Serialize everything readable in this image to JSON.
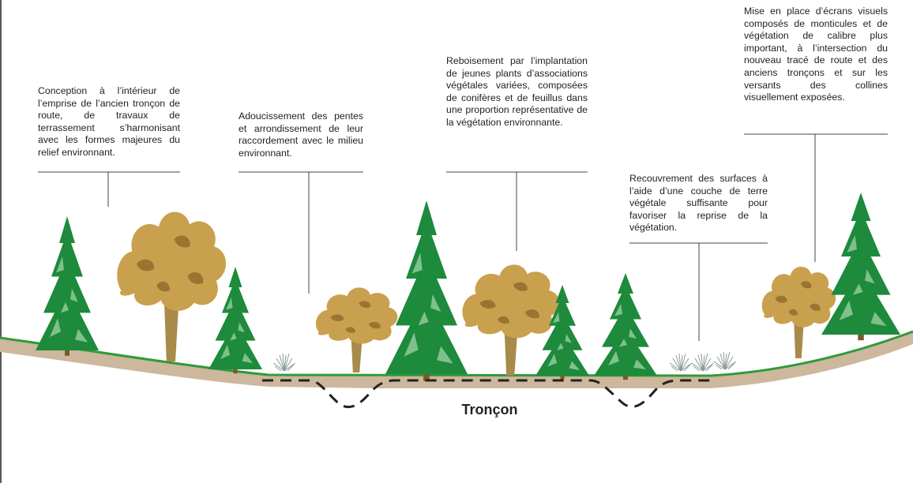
{
  "annotations": [
    {
      "id": "relief",
      "text": "Conception à l’intérieur de l’emprise de l’ancien tronçon de route, de travaux de terrassement s’harmonisant avec les formes majeures du relief environnant."
    },
    {
      "id": "slopes",
      "text": "Adoucissement des pentes et arrondissement de leur raccordement avec le milieu environnant."
    },
    {
      "id": "reforestation",
      "text": "Reboisement par l’implantation de jeunes plants d’associations végétales variées, composées de conifères et de feuillus dans une proportion représentative de la végétation environnante."
    },
    {
      "id": "topsoil",
      "text": "Recouvrement des surfaces à l’aide d’une couche de terre végétale suffisante pour favoriser la reprise de la végétation."
    },
    {
      "id": "screens",
      "text": "Mise en place d’écrans visuels composés de monticules et de végétation de calibre plus important, à l’intersection du nouveau tracé de route et des anciens tronçons et sur les versants des collines visuellement exposées."
    }
  ],
  "section_label": "Tronçon",
  "colors": {
    "conifer": "#1e8a3c",
    "conifer_light": "#7fc08d",
    "deciduous": "#c9a04e",
    "deciduous_dark": "#9a7430",
    "trunk": "#a88a4a",
    "ground": "#cdb79d",
    "grass_line": "#2f9a3b",
    "leader_line": "#444444"
  }
}
